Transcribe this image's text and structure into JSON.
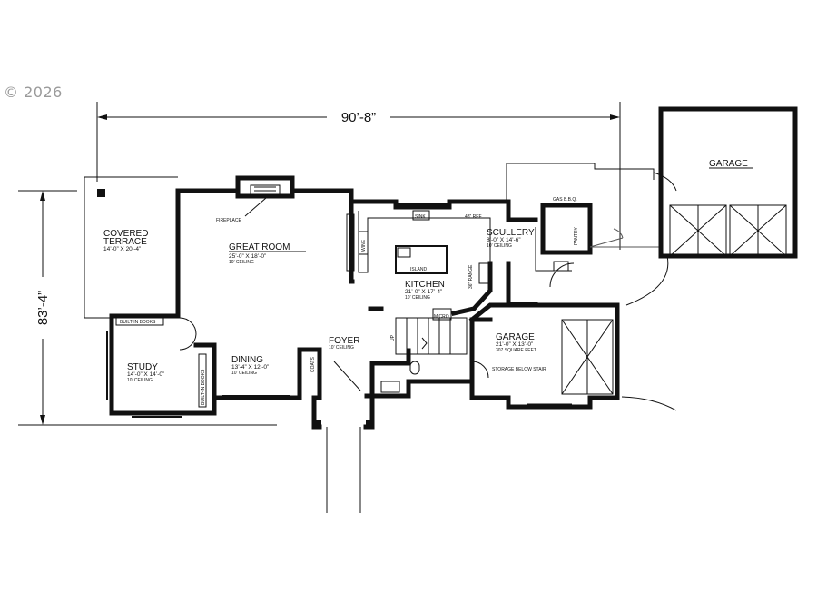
{
  "copyright": "© 2026",
  "dimensions": {
    "width": "90’-8”",
    "depth": "83’-4”"
  },
  "rooms": {
    "covered_terrace": {
      "name": "COVERED TERRACE",
      "name_line1": "COVERED",
      "name_line2": "TERRACE",
      "size": "14’-0” X 20’-4”"
    },
    "great_room": {
      "name": "GREAT ROOM",
      "size": "25’-0” X 18’-0”",
      "ceiling": "10’ CEILING"
    },
    "study": {
      "name": "STUDY",
      "size": "14’-0” X 14’-0”",
      "ceiling": "10’ CEILING"
    },
    "dining": {
      "name": "DINING",
      "size": "13’-4” X 12’-0”",
      "ceiling": "10’ CEILING"
    },
    "foyer": {
      "name": "FOYER",
      "ceiling": "10’ CEILING"
    },
    "kitchen": {
      "name": "KITCHEN",
      "size": "21’-0” X 17’-4”",
      "ceiling": "10’ CEILING"
    },
    "scullery": {
      "name": "SCULLERY",
      "size": "8’-0” X 14’-6”",
      "ceiling": "10’ CEILING"
    },
    "garage_attached": {
      "name": "GARAGE",
      "size": "21’-0” X 13’-0”",
      "area": "307 SQUARE FEET"
    },
    "garage_detached": {
      "name": "GARAGE"
    }
  },
  "labels": {
    "fireplace": "FIREPLACE",
    "island": "ISLAND",
    "sink": "SINK",
    "ref": "48” REF",
    "pantry": "PANTRY",
    "gas_bbq": "GAS B.B.Q.",
    "range": "36” RANGE",
    "micro": "MICRO",
    "coats": "COATS",
    "storage": "STORAGE BELOW STAIR",
    "up": "UP",
    "built_in_books": "BUILT-IN BOOKS",
    "glass_cabinet": "GLASS CABINET",
    "wine": "WINE"
  }
}
